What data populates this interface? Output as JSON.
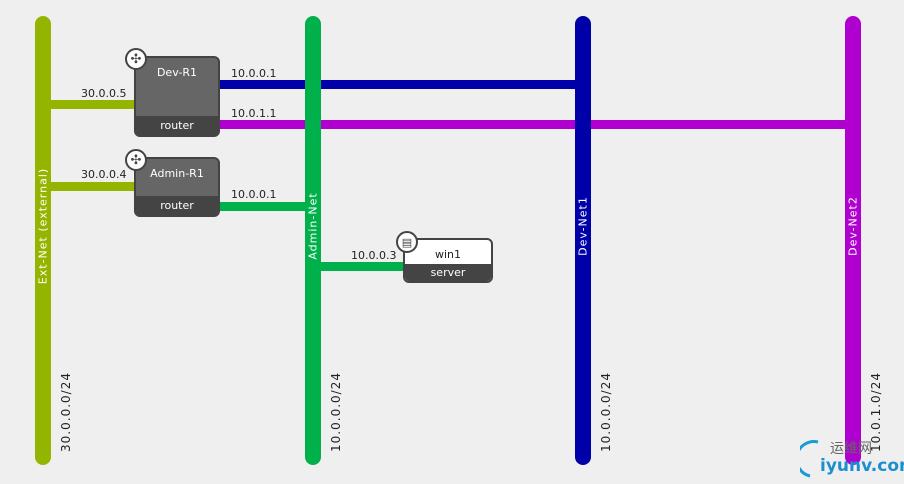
{
  "networks": [
    {
      "name": "Ext-Net (external)",
      "cidr": "30.0.0.0/24",
      "color": "#94b500"
    },
    {
      "name": "Admin-Net",
      "cidr": "10.0.0.0/24",
      "color": "#00b04a"
    },
    {
      "name": "Dev-Net1",
      "cidr": "10.0.0.0/24",
      "color": "#0000a8"
    },
    {
      "name": "Dev-Net2",
      "cidr": "10.0.1.0/24",
      "color": "#b000d0"
    }
  ],
  "devices": {
    "dev_r1": {
      "name": "Dev-R1",
      "type": "router",
      "ext_ip": "30.0.0.5",
      "net1_ip": "10.0.0.1",
      "net2_ip": "10.0.1.1"
    },
    "admin_r1": {
      "name": "Admin-R1",
      "type": "router",
      "ext_ip": "30.0.0.4",
      "admin_ip": "10.0.0.1"
    },
    "win1": {
      "name": "win1",
      "type": "server",
      "admin_ip": "10.0.0.3"
    }
  },
  "watermark": {
    "cn": "运维网",
    "en": "iyunv.com"
  }
}
